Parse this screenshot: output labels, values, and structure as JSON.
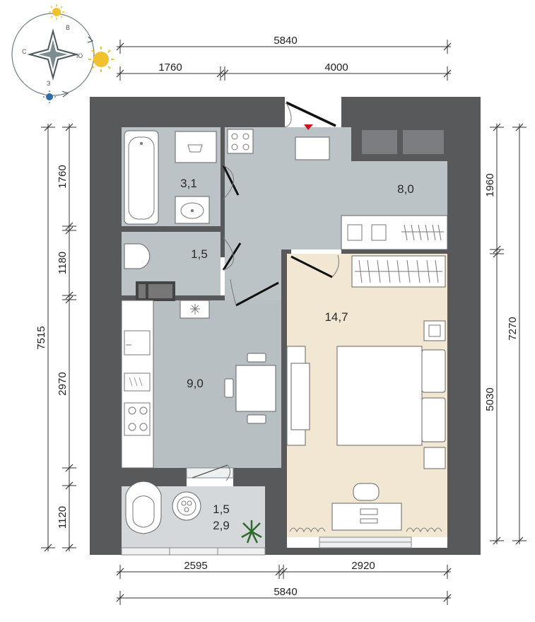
{
  "compass": {
    "north": "С",
    "east": "В",
    "south": "Ю",
    "west": "З"
  },
  "dimensions": {
    "top_total": "5840",
    "top_left": "1760",
    "top_right": "4000",
    "left_total": "7515",
    "left_1": "1760",
    "left_2": "1180",
    "left_3": "2970",
    "left_4": "1120",
    "right_total": "7270",
    "right_1": "1960",
    "right_2": "5030",
    "bottom_left": "2595",
    "bottom_right": "2920",
    "bottom_total": "5840"
  },
  "rooms": {
    "bathroom": "3,1",
    "hallway": "8,0",
    "toilet": "1,5",
    "bedroom": "14,7",
    "kitchen": "9,0",
    "balcony_1": "1,5",
    "balcony_2": "2,9"
  },
  "colors": {
    "wall": "#58595b",
    "wet_floor": "#bcc3c6",
    "kitchen_floor": "#b8bfc2",
    "bedroom_floor": "#f1e7d3",
    "balcony_floor": "#d4d8da",
    "furniture": "#ffffff",
    "sun": "#f2c12e",
    "compass": "#3a6f7d"
  }
}
